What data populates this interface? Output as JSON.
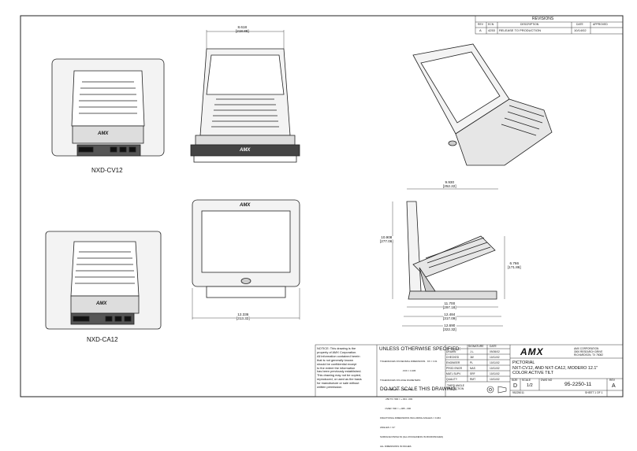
{
  "revisions": {
    "title": "REVISIONS",
    "headers": [
      "REV",
      "ECN",
      "DESCRIPTION",
      "DATE",
      "APPROVED"
    ],
    "row": {
      "rev": "A",
      "ecn": "4253",
      "description": "RELEASE TO PRODUCTION",
      "date": "10/14/02",
      "approved": ""
    }
  },
  "views": {
    "label_cv12": "NXD-CV12",
    "label_ca12": "NXD-CA12",
    "logo_text": "AMX"
  },
  "dimensions": {
    "top_width": "8.618\n[218.88]",
    "front_width": "12.336\n[313.32]",
    "side_depth": "9.930\n[252.22]",
    "side_height": "10.908\n[277.06]",
    "side_tilt_height": "6.766\n[171.86]",
    "base_1": "11.700\n[297.18]",
    "base_2": "12.484\n[317.09]",
    "base_3": "12.690\n[322.32]"
  },
  "notice": {
    "text": [
      "NOTICE:  This drawing is the",
      "property of AMX Corporation.",
      "All information contained herein",
      "that is not generally known",
      "should be confidential except",
      "to the extent the information",
      "has been previously established.",
      "This drawing may not be copied,",
      "reproduced, or used as the basis",
      "for manufacture or sale without",
      "written permission."
    ]
  },
  "spec": {
    "heading": "UNLESS OTHERWISE SPECIFIED:",
    "lines": [
      "TOLERANCES ON DECIMAL DIMENSIONS   XX = ±.01",
      "                                   .XXX = ±.005",
      "TOLERANCES ON HOLE DIAMETERS:",
      "        UNDER .250 = +.003 -.000",
      "        .250 TO .500 = +.004 -.000",
      "        OVER .500 = +.005 -.000",
      "FRACTIONAL DIMENSIONS INCLUDING ANGLES = ±1/64",
      "ANGLES = ±1°",
      "SURFACE FINISH 63 (ALL ROUGHNESS IN MICROINCHES)",
      "ALL DIMENSIONS IN INCHES"
    ],
    "footer": "DO NOT SCALE THIS DRAWING."
  },
  "signoff": {
    "headers": [
      "",
      "SIGNATURE",
      "DATE"
    ],
    "rows": [
      [
        "DRAWN",
        "J.L.",
        "09/26/02"
      ],
      [
        "CHECKED",
        "JW",
        "10/11/02"
      ],
      [
        "ENGINEER",
        "PL",
        "10/11/02"
      ],
      [
        "PROD ENGR",
        "NAS",
        "10/11/02"
      ],
      [
        "MATL SUPV",
        "SRF",
        "10/11/02"
      ],
      [
        "QUALITY",
        "RMT",
        "10/11/02"
      ]
    ],
    "projection": "THIRD ANGLE\nPROJECTION"
  },
  "titleblock": {
    "logo": "AMX",
    "company": [
      "AMX CORPORATION",
      "3000 RESEARCH DRIVE",
      "RICHARDSON, TX 75082"
    ],
    "title_lines": [
      "PICTORIAL",
      "NXT-CV12, AND NXT-CA12, MODERO 12.1\"",
      "COLOR ACTIVE TILT"
    ],
    "size_label": "SIZE",
    "size": "D",
    "scale_label": "SCALE",
    "scale": "1/2",
    "dwg_label": "DWG NO",
    "dwg_no": "95-2250-11",
    "rev_label": "REV",
    "rev": "A",
    "file": "95225011",
    "sheet": "SHEET   1 OF 1"
  }
}
